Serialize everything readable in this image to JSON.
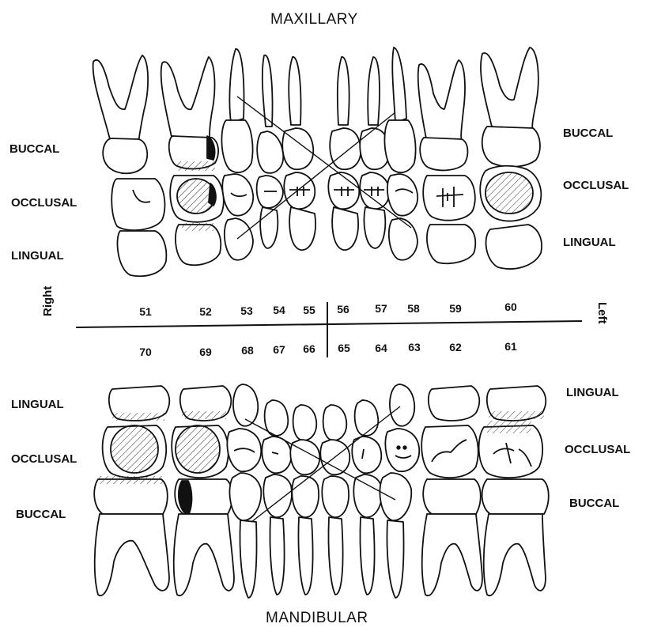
{
  "titles": {
    "maxillary": "MAXILLARY",
    "mandibular": "MANDIBULAR"
  },
  "surface_labels": {
    "upper_left": [
      "BUCCAL",
      "OCCLUSAL",
      "LINGUAL"
    ],
    "upper_right": [
      "BUCCAL",
      "OCCLUSAL",
      "LINGUAL"
    ],
    "lower_left": [
      "LINGUAL",
      "OCCLUSAL",
      "BUCCAL"
    ],
    "lower_right": [
      "LINGUAL",
      "OCCLUSAL",
      "BUCCAL"
    ]
  },
  "sides": {
    "right": "Right",
    "left": "Left"
  },
  "upper_numbers": [
    "51",
    "52",
    "53",
    "54",
    "55",
    "56",
    "57",
    "58",
    "59",
    "60"
  ],
  "lower_numbers": [
    "70",
    "69",
    "68",
    "67",
    "66",
    "65",
    "64",
    "63",
    "62",
    "61"
  ],
  "colors": {
    "ink": "#111111",
    "hatch": "#333333",
    "background": "#ffffff"
  }
}
